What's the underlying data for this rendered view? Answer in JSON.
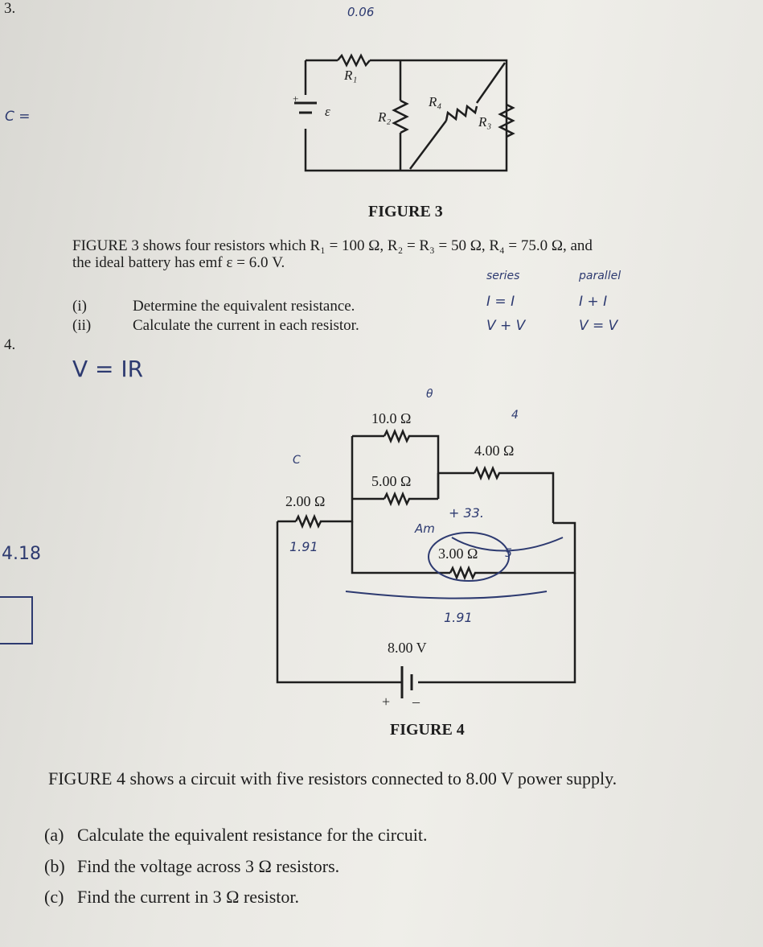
{
  "q3": {
    "number": "3.",
    "figure_label": "FIGURE 3",
    "labels": {
      "r1": "R₁",
      "r2": "R₂",
      "r3": "R₃",
      "r4": "R₄",
      "emf": "ε",
      "plus": "+"
    },
    "line1": "FIGURE 3 shows four resistors which R₁ = 100 Ω, R₂ = R₃ = 50 Ω, R₄ = 75.0 Ω, and",
    "line2": "the ideal battery has emf ε = 6.0 V.",
    "items": [
      {
        "roman": "(i)",
        "text": "Determine the equivalent resistance."
      },
      {
        "roman": "(ii)",
        "text": "Calculate the current in each resistor."
      }
    ]
  },
  "q4": {
    "number": "4.",
    "figure_label": "FIGURE 4",
    "labels": {
      "r10": "10.0 Ω",
      "r4": "4.00 Ω",
      "r5": "5.00 Ω",
      "r2": "2.00 Ω",
      "r3": "3.00 Ω",
      "v8": "8.00 V",
      "plus": "+",
      "minus": "–"
    },
    "description": "FIGURE 4 shows a circuit with five resistors connected to 8.00 V power supply.",
    "items": [
      {
        "letter": "(a)",
        "text": "Calculate the equivalent resistance for the circuit."
      },
      {
        "letter": "(b)",
        "text": "Find the voltage across 3 Ω resistors."
      },
      {
        "letter": "(c)",
        "text": "Find the current in 3 Ω resistor."
      }
    ]
  },
  "handwriting": {
    "top": "0.06",
    "left_c": "C =",
    "series": "series",
    "parallel": "parallel",
    "i_eq": "I = I",
    "i_plus": "I + I",
    "v_plus": "V + V",
    "v_eq": "V = V",
    "vir": "V = IR",
    "circle_theta": "θ",
    "circle_4": "4",
    "circle_c": "C",
    "circle_5": "5",
    "sum": "+ 33.",
    "am": "Am",
    "n191a": "1.91",
    "n191b": "1.91",
    "n418": "4.18"
  }
}
